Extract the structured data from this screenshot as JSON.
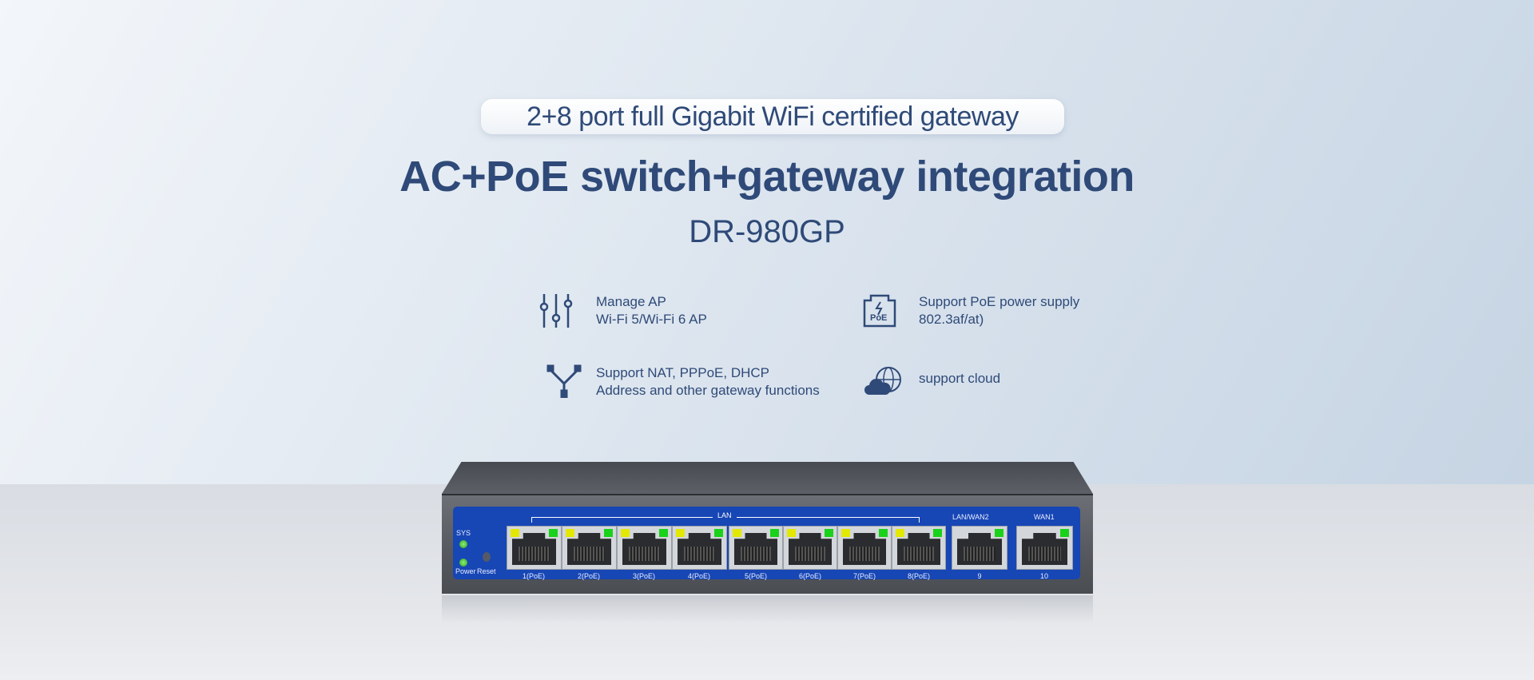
{
  "banner": {
    "pill": "2+8 port full Gigabit WiFi certified gateway",
    "title": "AC+PoE switch+gateway integration",
    "model": "DR-980GP"
  },
  "features": [
    {
      "icon": "sliders-icon",
      "line1": "Manage AP",
      "line2": "Wi-Fi 5/Wi-Fi 6 AP"
    },
    {
      "icon": "poe-icon",
      "line1": "Support PoE power supply",
      "line2": " 802.3af/at)",
      "badge": "PoE"
    },
    {
      "icon": "network-split-icon",
      "line1": "Support NAT, PPPoE, DHCP",
      "line2": "Address and other gateway functions"
    },
    {
      "icon": "cloud-globe-icon",
      "line1": "support cloud"
    }
  ],
  "device": {
    "sys": "SYS",
    "power": "Power",
    "reset": "Reset",
    "lan": "LAN",
    "lanwan2": "LAN/WAN2",
    "wan1": "WAN1",
    "ports": [
      "1(PoE)",
      "2(PoE)",
      "3(PoE)",
      "4(PoE)",
      "5(PoE)",
      "6(PoE)",
      "7(PoE)",
      "8(PoE)",
      "9",
      "10"
    ]
  },
  "colors": {
    "text": "#2f4a78",
    "panel": "#1746b5",
    "led_green": "#19d219",
    "led_yellow": "#e3e800"
  }
}
